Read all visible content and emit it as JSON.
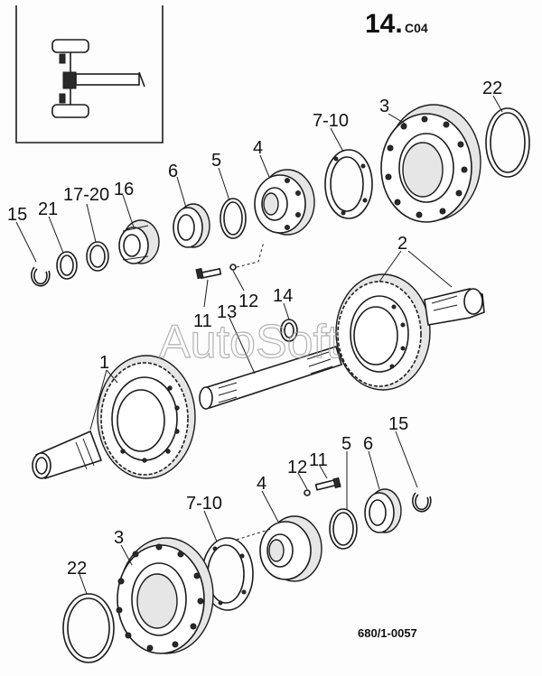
{
  "header": {
    "section_number": "14.",
    "section_code": "C04"
  },
  "watermark": "AutoSoft",
  "drawing_code": "680/1-0057",
  "callouts": {
    "c22_top": "22",
    "c3_top": "3",
    "c7_10_top": "7-10",
    "c4_top": "4",
    "c5_top": "5",
    "c6_top": "6",
    "c16": "16",
    "c17_20": "17-20",
    "c21": "21",
    "c15_top": "15",
    "c2": "2",
    "c14": "14",
    "c12_top": "12",
    "c11_top": "11",
    "c13": "13",
    "c1": "1",
    "c15_bottom": "15",
    "c6_bottom": "6",
    "c5_bottom": "5",
    "c11_bottom": "11",
    "c12_bottom": "12",
    "c4_bottom": "4",
    "c7_10_bottom": "7-10",
    "c3_bottom": "3",
    "c22_bottom": "22"
  },
  "colors": {
    "line": "#1c1c1c",
    "watermark": "#9a9a9a",
    "background": "#fdfdfd"
  }
}
